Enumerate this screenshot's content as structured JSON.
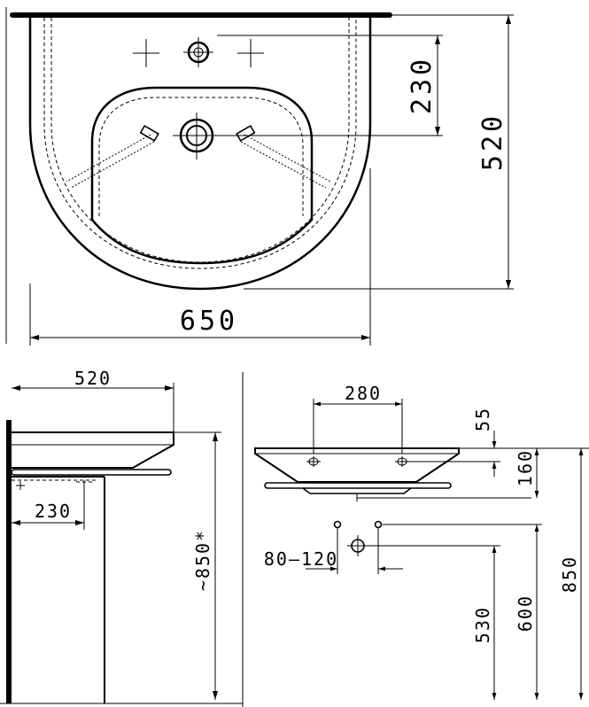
{
  "top_view": {
    "dim_width": "650",
    "dim_depth": "520",
    "dim_tap_offset": "230"
  },
  "side_view": {
    "dim_depth": "520",
    "dim_drain_offset": "230",
    "dim_height": "~850*"
  },
  "front_view": {
    "dim_hole_spacing": "280",
    "dim_hole_height": "55",
    "dim_basin_height": "160",
    "dim_waste_spacing": "80–120",
    "dim_waste_height": "530",
    "dim_supply_height": "600",
    "dim_rim_height": "850"
  }
}
